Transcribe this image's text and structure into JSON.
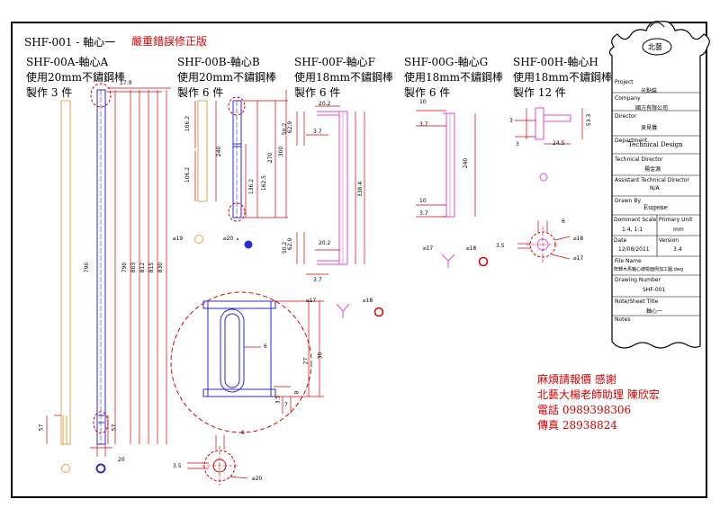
{
  "header": {
    "title": "SHF-001 - 軸心一",
    "title_note": "嚴重錯誤修正版"
  },
  "parts": [
    {
      "code": "SHF-00A-軸心A",
      "material": "使用20mm不鏽鋼棒",
      "qty": "製作 3 件"
    },
    {
      "code": "SHF-00B-軸心B",
      "material": "使用20mm不鏽鋼棒",
      "qty": "製作 6 件"
    },
    {
      "code": "SHF-00F-軸心F",
      "material": "使用18mm不鏽鋼棒",
      "qty": "製作 6 件"
    },
    {
      "code": "SHF-00G-軸心G",
      "material": "使用18mm不鏽鋼棒",
      "qty": "製作 6 件"
    },
    {
      "code": "SHF-00H-軸心H",
      "material": "使用18mm不鏽鋼棒",
      "qty": "製作 12 件"
    }
  ],
  "dims": {
    "a_top": "17.9",
    "a_790": "790",
    "a_795": "790",
    "a_803": "803",
    "a_812": "812",
    "a_815": "815",
    "a_830": "830",
    "a_57l": "57",
    "a_57r": "57",
    "a_20": "20",
    "b_106a": "106.2",
    "b_106b": "106.2",
    "b_240": "240",
    "b_270": "270",
    "b_300": "300",
    "b_136": "136.2",
    "b_162": "162.5",
    "b_d19": "⌀19",
    "b_d20": "⌀20",
    "f_202a": "20.2",
    "f_629a": "62.9",
    "f_502a": "50.2",
    "f_37a": "3.7",
    "f_3384": "338.4",
    "f_629b": "62.9",
    "f_502b": "50.2",
    "f_202b": "20.2",
    "f_37b": "3.7",
    "f_d17": "⌀17",
    "f_d18": "⌀18",
    "g_10a": "10",
    "g_37a": "3.7",
    "g_240": "240",
    "g_10b": "10",
    "g_37b": "3.7",
    "g_d17": "⌀17",
    "g_d18": "⌀18",
    "h_3a": "3",
    "h_533": "53.3",
    "h_3b": "3",
    "h_245": "24.5",
    "h_6": "6",
    "h_35": "3.5",
    "h_d18": "⌀18",
    "h_d17": "⌀17",
    "z_6": "6",
    "z_27": "27",
    "z_30": "30",
    "z_8": "8",
    "z_35": "3.5",
    "z_7": "7",
    "s_6": "6",
    "s_35": "3.5",
    "s_d20": "⌀20"
  },
  "contact": {
    "line1": "麻煩請報價 感謝",
    "line2": "北藝大楊老師助理 陳欣宏",
    "line3": "電話 0989398306",
    "line4": "傳真 28938824"
  },
  "title_block": {
    "logo": "北藝",
    "project_label": "Project",
    "project": "光點裝",
    "company_label": "Company",
    "company": "國方有限公司",
    "director_label": "Director",
    "director": "吳見儀",
    "department_label": "Department",
    "department": "Technical Design",
    "tech_director_label": "Technical Director",
    "tech_director": "楊金源",
    "assistant_label": "Assistant Technical Director",
    "assistant": "N/A",
    "drawn_label": "Drawn By",
    "drawn": "Eugene",
    "scale_label": "Dominant Scale",
    "scale": "1:4, 1:1",
    "unit_label": "Primary Unit",
    "unit": "mm",
    "date_label": "Date",
    "date": "12/08/2011",
    "version_label": "Version",
    "version": "3.4",
    "file_label": "File Name",
    "file": "既轉木馬軸心總檢面例加工圖.dwg",
    "drawing_no_label": "Drawing Number",
    "drawing_no": "SHF-001",
    "sheet_title_label": "Note/Sheet Title",
    "sheet_title": "軸心一",
    "notes_label": "Notes",
    "notes": ""
  },
  "colors": {
    "red": "#d40000",
    "blue": "#2b2bd0",
    "orange": "#e8a040",
    "magenta": "#e04bd0",
    "pink": "#e07bbd",
    "black": "#000000"
  }
}
